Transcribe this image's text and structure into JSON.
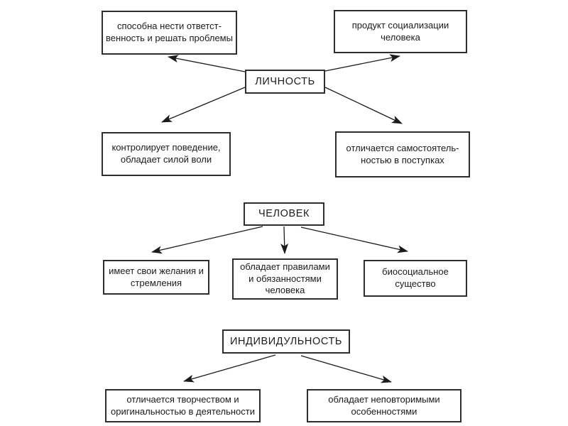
{
  "page": {
    "background_color": "#ffffff",
    "text_color": "#1b1b1b",
    "box_border_color": "#2e2e2e",
    "arrow_color": "#1b1b1b"
  },
  "diagram": {
    "clusters": [
      {
        "label": "ЛИЧНОСТЬ",
        "branches": [
          {
            "text": "способна нести ответст-\nвенность и решать проблемы"
          },
          {
            "text": "продукт социализации\nчеловека"
          },
          {
            "text": "контролирует поведение,\nобладает силой воли"
          },
          {
            "text": "отличается самостоятель-\nностью в поступках"
          }
        ]
      },
      {
        "label": "ЧЕЛОВЕК",
        "branches": [
          {
            "text": "имеет свои желания и\nстремления"
          },
          {
            "text": "обладает правилами\nи обязанностями\nчеловека"
          },
          {
            "text": "биосоциальное\nсущество"
          }
        ]
      },
      {
        "label": "ИНДИВИДУЛЬНОСТЬ",
        "branches": [
          {
            "text": "отличается творчеством и\nоригинальностью в деятельности"
          },
          {
            "text": "обладает неповторимыми\nособенностями"
          }
        ]
      }
    ]
  }
}
